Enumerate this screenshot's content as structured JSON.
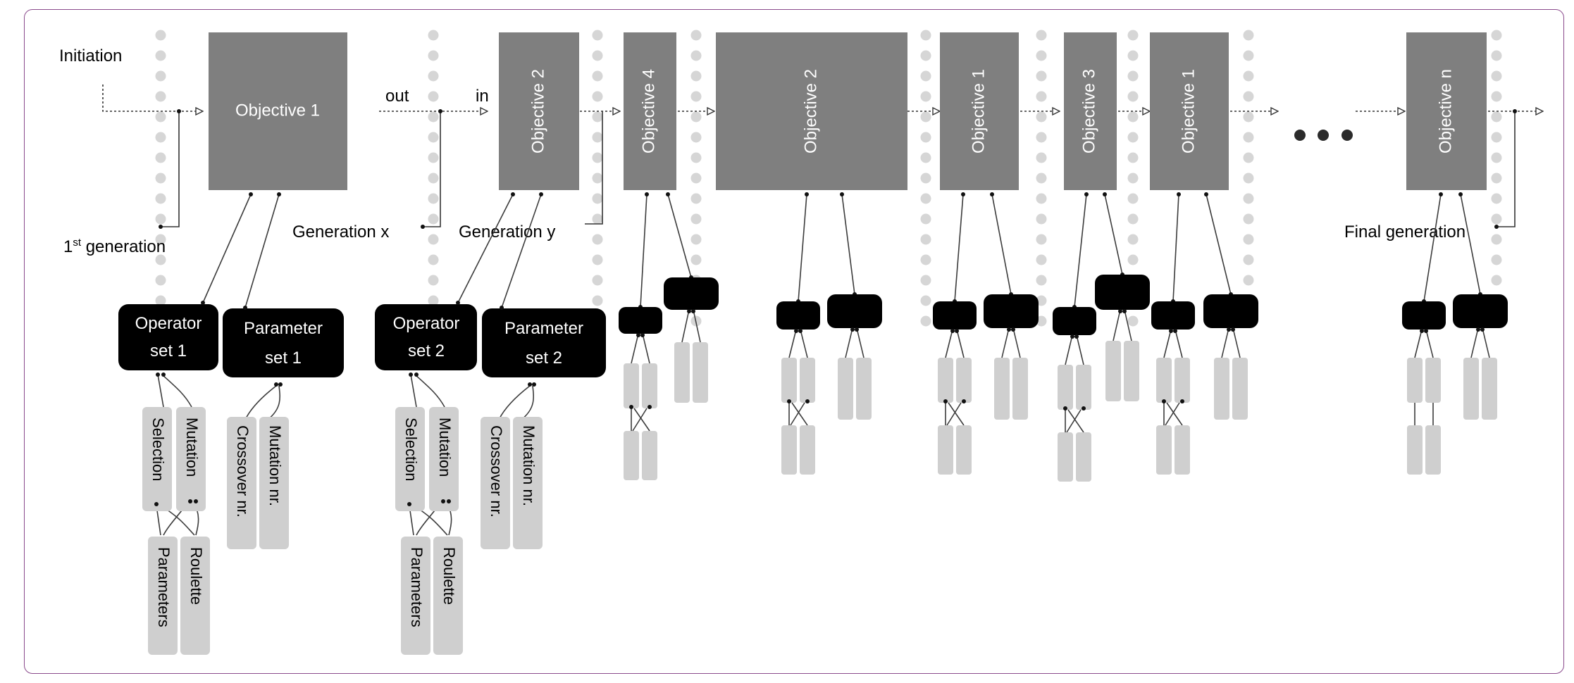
{
  "colors": {
    "frame": "#8a4a8c",
    "objective_box": "#7f7f7f",
    "set_box": "#000000",
    "leaf_box": "#cfcfcf",
    "dot": "#d6d6d6",
    "line": "#3c3c3c"
  },
  "labels": {
    "initiation": "Initiation",
    "out": "out",
    "in": "in",
    "first_generation_sup_prefix": "1",
    "first_generation_sup": "st",
    "first_generation_rest": " generation",
    "generation_x": "Generation x",
    "generation_y": "Generation y",
    "final_generation": "Final generation"
  },
  "objectives": [
    "Objective 1",
    "Objective 2",
    "Objective 4",
    "Objective 2",
    "Objective 1",
    "Objective 3",
    "Objective 1",
    "Objective n"
  ],
  "operator_sets": [
    {
      "line1": "Operator",
      "line2": "set 1"
    },
    {
      "line1": "Operator",
      "line2": "set 2"
    }
  ],
  "parameter_sets": [
    {
      "line1": "Parameter",
      "line2": "set 1"
    },
    {
      "line1": "Parameter",
      "line2": "set 2"
    }
  ],
  "operators": {
    "selection": "Selection",
    "mutation": "Mutation",
    "parameters": "Parameters",
    "roulette": "Roulette",
    "crossover_nr": "Crossover nr.",
    "mutation_nr": "Mutation nr."
  }
}
